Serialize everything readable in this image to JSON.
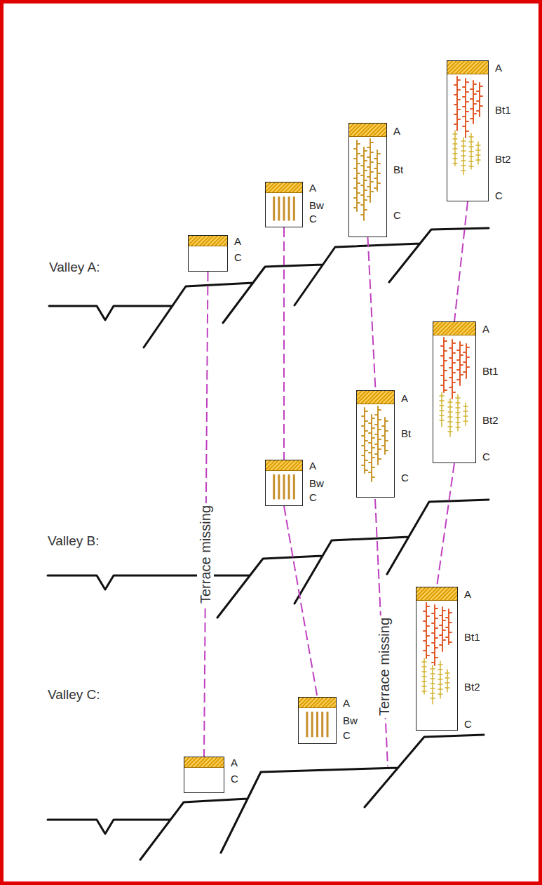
{
  "diagram": {
    "nodes": [
      {
        "text": [
          "A",
          "C"
        ]
      },
      {
        "text": [
          "A",
          "Bw",
          "C"
        ]
      },
      {
        "text": [
          "A",
          "Bt",
          "C"
        ]
      },
      {
        "text": [
          "A",
          "Bt1",
          "Bt2",
          "C"
        ]
      },
      {
        "text": [
          "A",
          "Bw",
          "C"
        ]
      },
      {
        "text": [
          "A",
          "Bt",
          "C"
        ]
      },
      {
        "text": [
          "A",
          "Bt1",
          "Bt2",
          "C"
        ]
      },
      {
        "text": [
          "A",
          "C"
        ]
      },
      {
        "text": [
          "A",
          "Bw",
          "C"
        ]
      },
      {
        "text": [
          "A",
          "Bt1",
          "Bt2",
          "C"
        ]
      }
    ],
    "edges": [
      {
        "from": 0,
        "to": 7,
        "arrow": "none",
        "label": "Terrace missing"
      },
      {
        "from": 1,
        "to": 4,
        "arrow": "none"
      },
      {
        "from": 2,
        "to": 5,
        "arrow": "none"
      },
      {
        "from": 3,
        "to": 6,
        "arrow": "none"
      },
      {
        "from": 4,
        "to": 8,
        "arrow": "none"
      },
      {
        "from": 6,
        "to": 9,
        "arrow": "none"
      }
    ],
    "labels": [
      "Valley A:",
      "Valley B:",
      "Valley C:",
      "Terrace missing"
    ]
  }
}
